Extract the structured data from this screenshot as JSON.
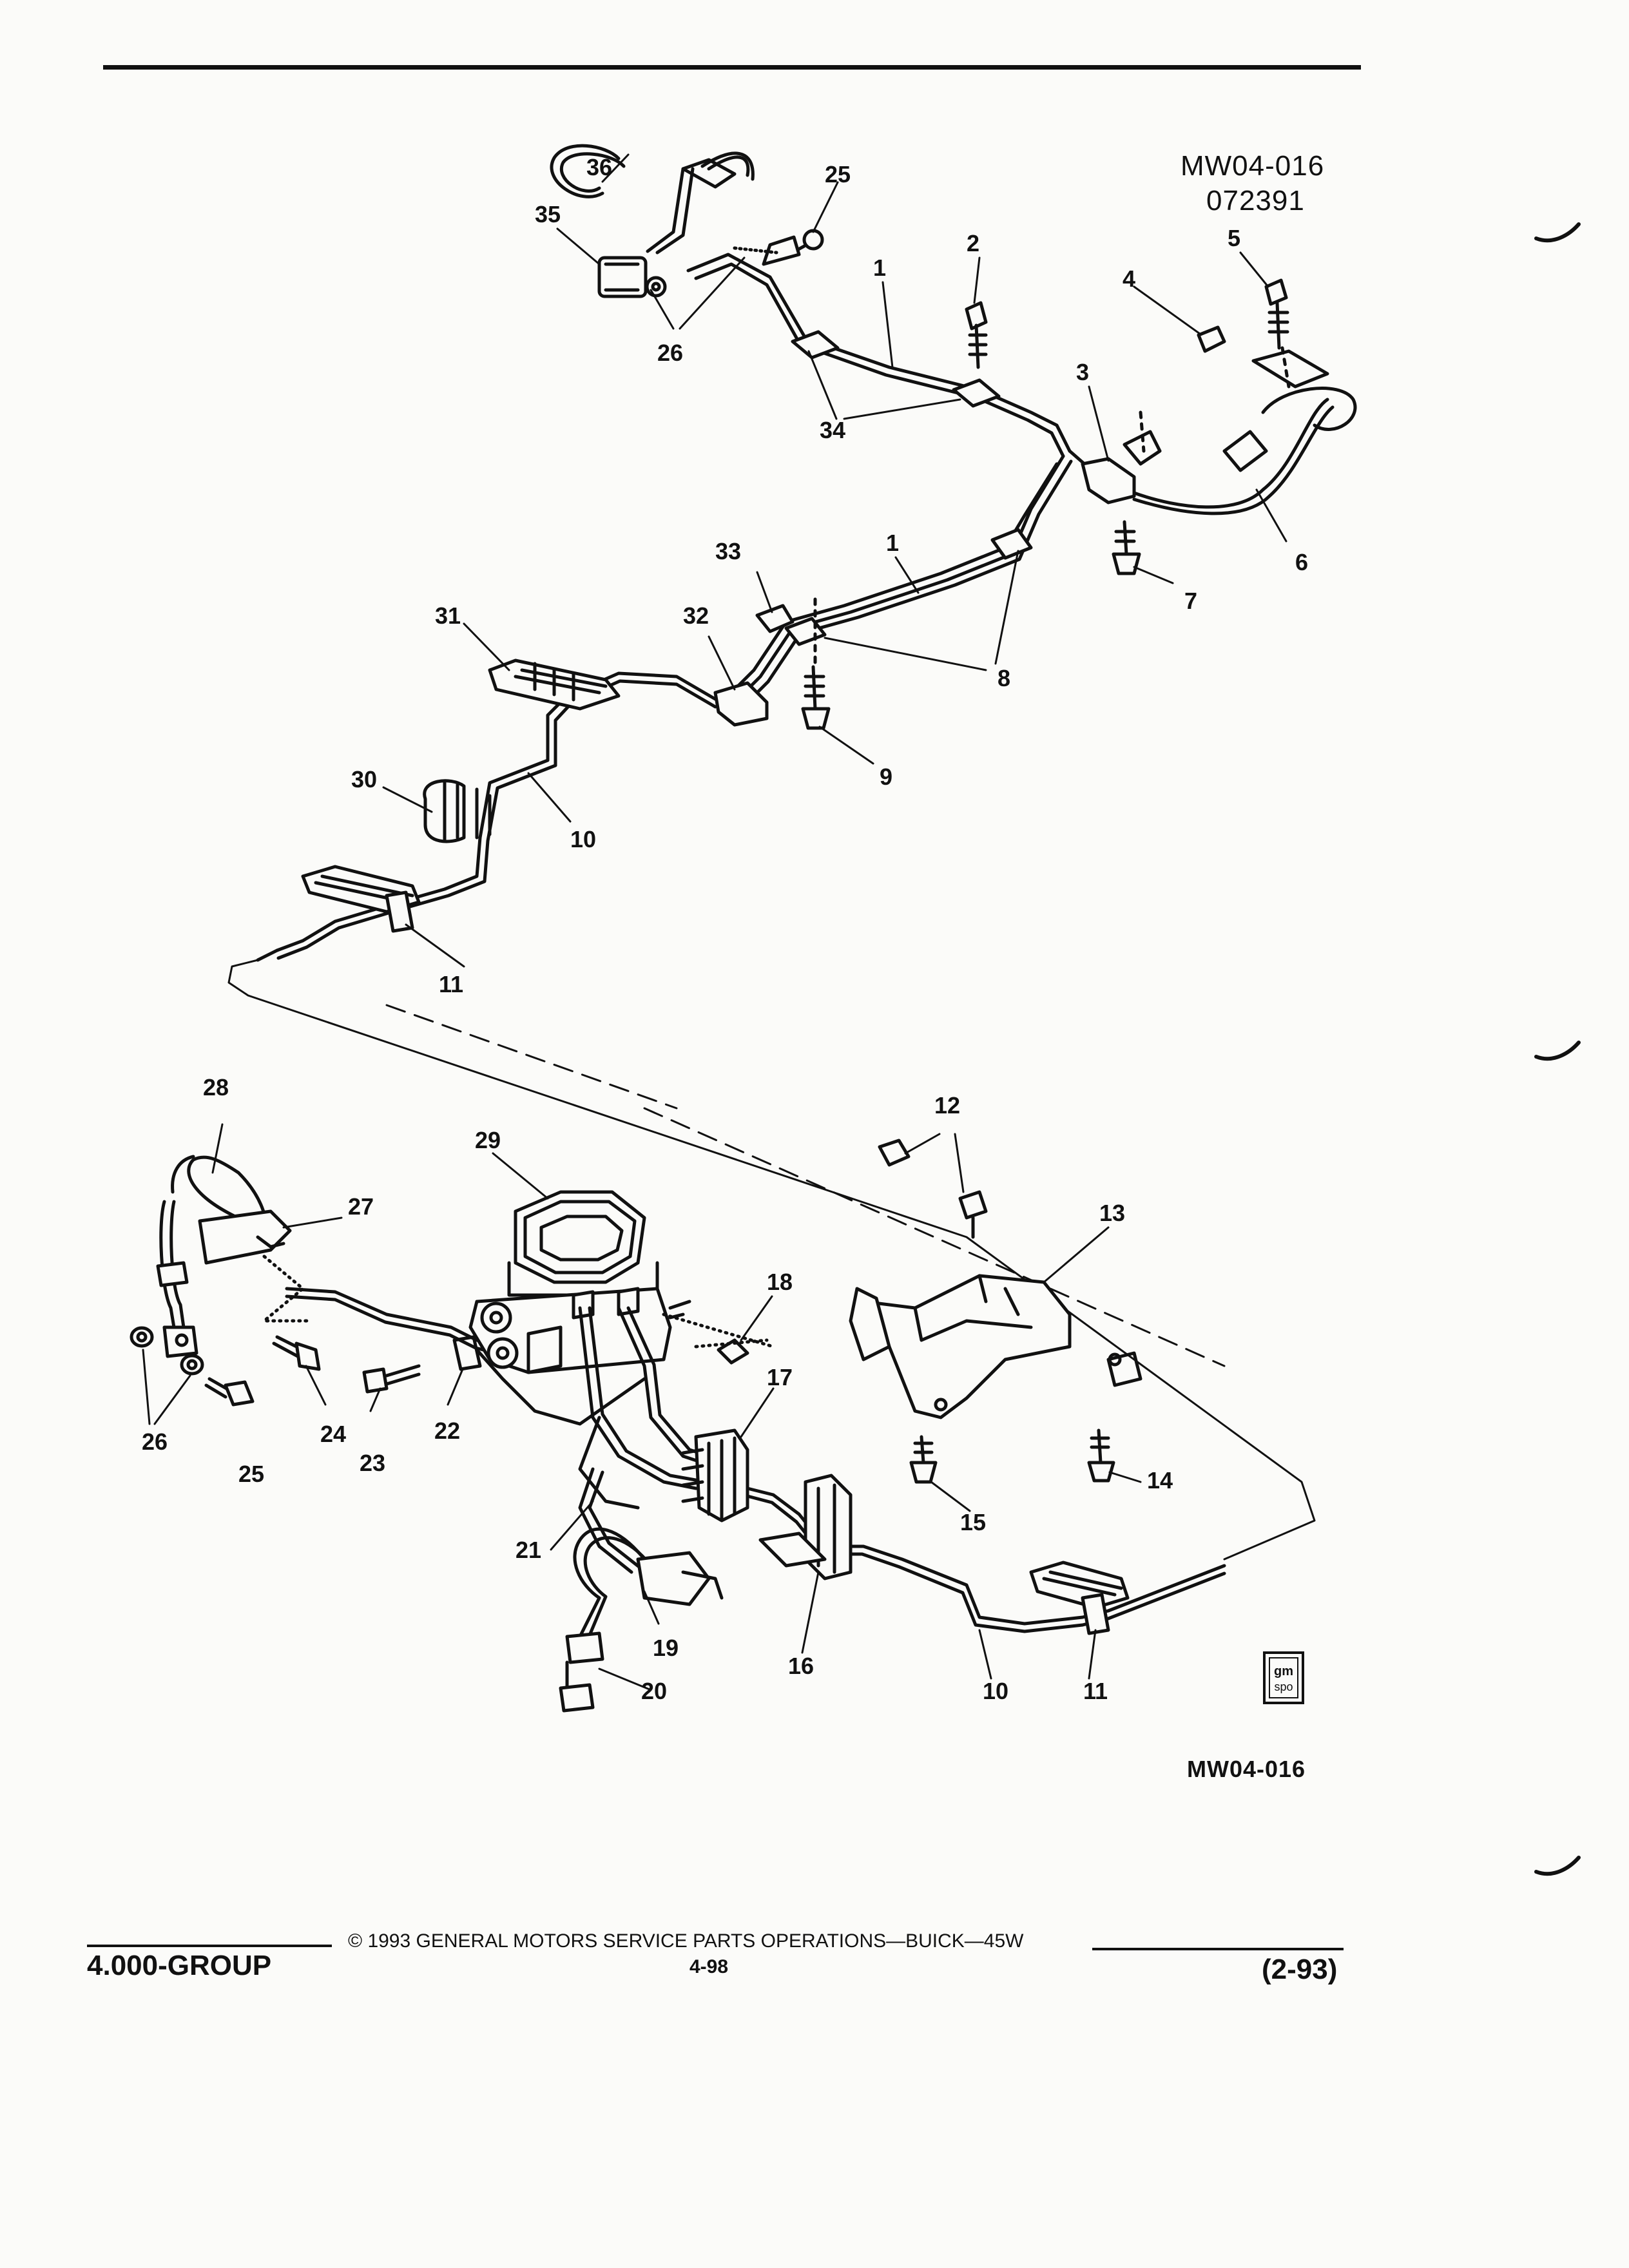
{
  "figure": {
    "code_top": "MW04-016",
    "date_code": "072391",
    "code_bottom": "MW04-016"
  },
  "callouts": [
    "36",
    "35",
    "26",
    "25",
    "2",
    "1",
    "5",
    "4",
    "34",
    "3",
    "6",
    "7",
    "33",
    "1",
    "31",
    "32",
    "8",
    "9",
    "30",
    "10",
    "11",
    "12",
    "28",
    "29",
    "27",
    "13",
    "18",
    "17",
    "26",
    "25",
    "24",
    "23",
    "22",
    "14",
    "15",
    "21",
    "19",
    "16",
    "10",
    "11",
    "20"
  ],
  "gm_logo": {
    "text_top": "gm",
    "text_bottom": "spo"
  },
  "footer": {
    "group": "4.000-GROUP",
    "copyright": "© 1993 GENERAL MOTORS SERVICE PARTS OPERATIONS—BUICK—45W",
    "page": "4-98",
    "revision": "(2-93)"
  }
}
